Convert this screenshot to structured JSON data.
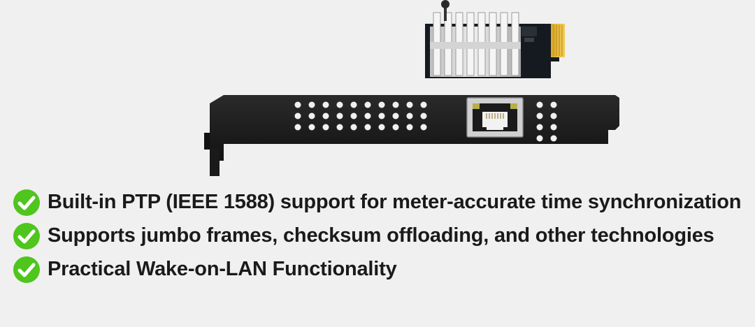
{
  "features": [
    {
      "text": "Built-in PTP (IEEE 1588) support for meter-accurate time synchronization",
      "icon": "check-circle-icon"
    },
    {
      "text": "Supports jumbo frames, checksum offloading, and other technologies",
      "icon": "check-circle-icon"
    },
    {
      "text": "Practical Wake-on-LAN Functionality",
      "icon": "check-circle-icon"
    }
  ],
  "colors": {
    "background": "#f0f0f0",
    "check_green": "#4fc51d",
    "text": "#1a1a1a"
  }
}
